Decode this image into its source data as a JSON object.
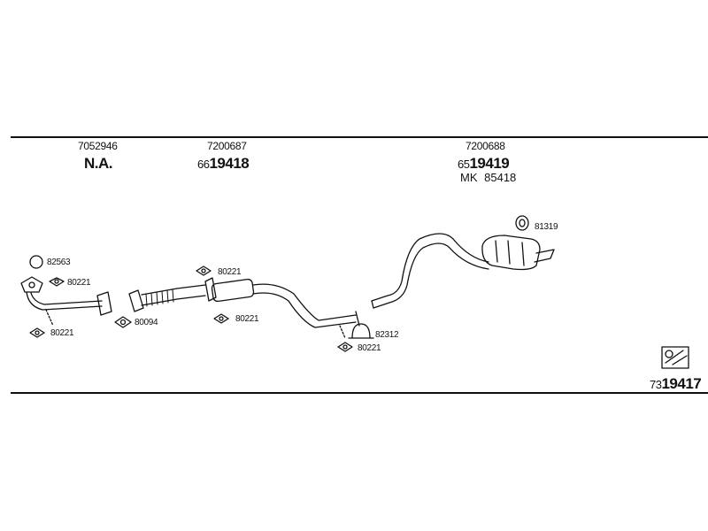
{
  "header": {
    "groups": [
      {
        "ref": "7052946",
        "name": "N.A."
      },
      {
        "ref": "7200687",
        "prefix": "66",
        "number": "19418"
      },
      {
        "ref": "7200688",
        "prefix": "65",
        "number": "19419",
        "mk_label": "MK",
        "mk_number": "85418"
      }
    ]
  },
  "parts": {
    "p82563": "82563",
    "p80221_a": "80221",
    "p80221_b": "80221",
    "p80094": "80094",
    "p80221_c": "80221",
    "p80221_d": "80221",
    "p82312": "82312",
    "p80221_e": "80221",
    "p81319": "81319"
  },
  "footer": {
    "prefix": "73",
    "number": "19417"
  }
}
